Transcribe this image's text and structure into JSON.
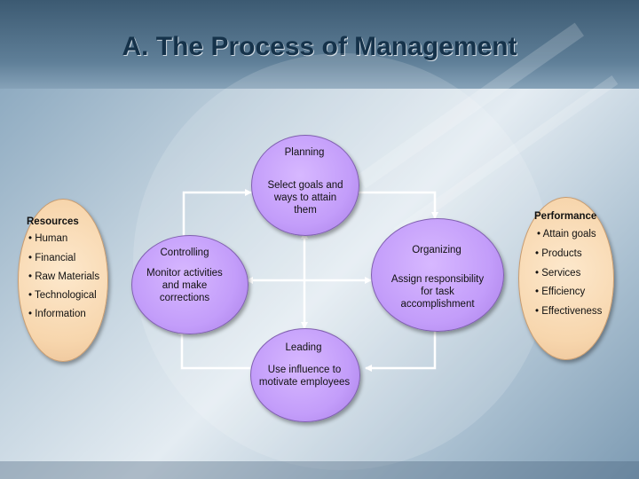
{
  "slide_title": "A. The Process of Management",
  "nodes": {
    "planning": {
      "label": "Planning",
      "description": "Select goals and ways to attain them"
    },
    "organizing": {
      "label": "Organizing",
      "description": "Assign responsibility for task accomplishment"
    },
    "leading": {
      "label": "Leading",
      "description": "Use influence to motivate employees"
    },
    "controlling": {
      "label": "Controlling",
      "description": "Monitor activities and make corrections"
    }
  },
  "resources": {
    "title": "Resources",
    "items": [
      "• Human",
      "• Financial",
      "• Raw Materials",
      "• Technological",
      "• Information"
    ]
  },
  "performance": {
    "title": "Performance",
    "items": [
      "• Attain goals",
      "• Products",
      "• Services",
      "• Efficiency",
      "• Effectiveness"
    ]
  },
  "colors": {
    "process_fill": "#c39dfa",
    "input_output_fill": "#f7d6ad",
    "arrow": "#ffffff",
    "title_text": "#15324a"
  }
}
